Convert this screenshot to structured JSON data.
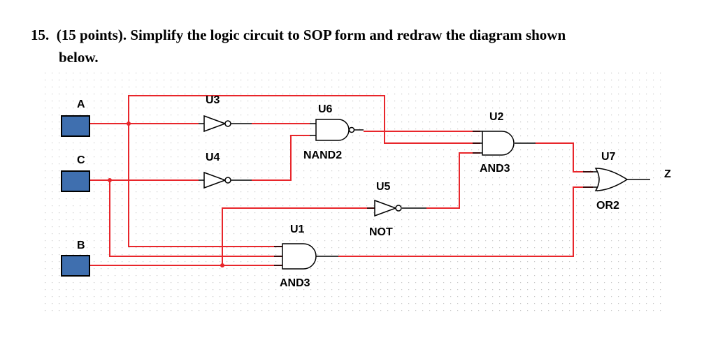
{
  "question": {
    "number": "15.",
    "line1": "(15 points). Simplify the logic circuit to SOP form and redraw the diagram shown",
    "line2": "below."
  },
  "inputs": {
    "a": "A",
    "c": "C",
    "b": "B"
  },
  "output": "Z",
  "gates": {
    "u3": {
      "ref": "U3",
      "type": ""
    },
    "u4": {
      "ref": "U4",
      "type": ""
    },
    "u6": {
      "ref": "U6",
      "type": "NAND2"
    },
    "u2": {
      "ref": "U2",
      "type": "AND3"
    },
    "u5": {
      "ref": "U5",
      "type": "NOT"
    },
    "u1": {
      "ref": "U1",
      "type": "AND3"
    },
    "u7": {
      "ref": "U7",
      "type": "OR2"
    }
  },
  "colors": {
    "wire": "#e8262b",
    "gate": "#000000",
    "input_box": "#3f6faf",
    "grid": "#c9c9c9",
    "junction": "#e8262b"
  }
}
